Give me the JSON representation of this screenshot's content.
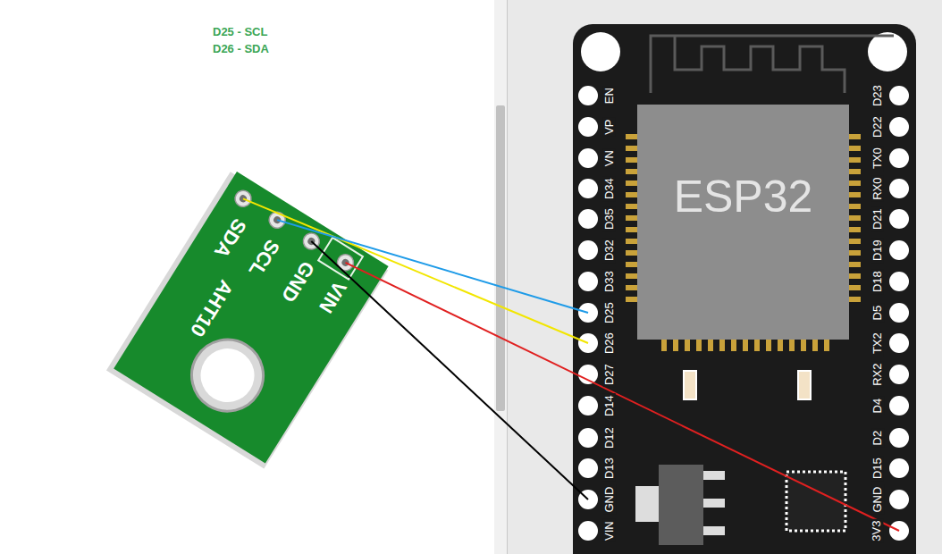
{
  "diagram": {
    "nodes": [
      {
        "text": [
          "SDA",
          "SCL",
          "GND",
          "VIN",
          "AHT10"
        ]
      },
      {
        "text": [
          "EN",
          "VP",
          "VN",
          "D34",
          "D35",
          "D32",
          "D33",
          "D25",
          "D26",
          "D27",
          "D14",
          "D12",
          "D13",
          "GND",
          "VIN",
          "D23",
          "D22",
          "TX0",
          "RX0",
          "D21",
          "D19",
          "D18",
          "D5",
          "TX2",
          "RX2",
          "D4",
          "D2",
          "D15",
          "GND",
          "3V3"
        ]
      },
      {
        "text": [
          "ESP32"
        ],
        "in": 1
      }
    ],
    "edges": [
      {
        "from": 0,
        "to": 1,
        "arrow": "none"
      },
      {
        "from": 0,
        "to": 1,
        "arrow": "none"
      },
      {
        "from": 0,
        "to": 1,
        "arrow": "none"
      },
      {
        "from": 0,
        "to": 1,
        "arrow": "none"
      }
    ],
    "labels": [
      "D25 - SCL",
      "D26 - SDA"
    ]
  }
}
